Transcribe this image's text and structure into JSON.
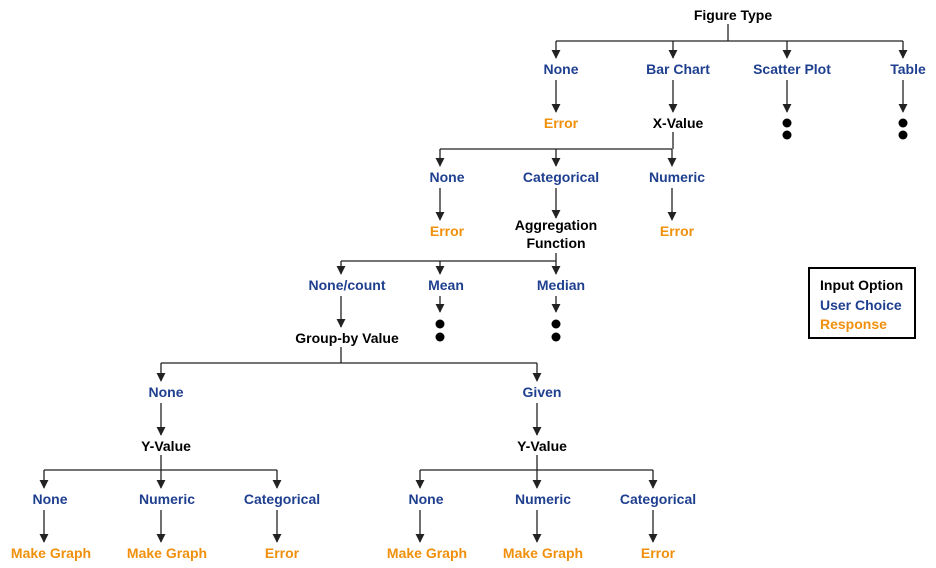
{
  "colors": {
    "input_option": "#000000",
    "user_choice": "#1f3f8f",
    "response": "#f0900c",
    "line": "#222222"
  },
  "legend": {
    "input_option": "Input Option",
    "user_choice": "User Choice",
    "response": "Response"
  },
  "nodes": {
    "figure_type": "Figure Type",
    "ft_none": "None",
    "ft_bar_chart": "Bar Chart",
    "ft_scatter_plot": "Scatter Plot",
    "ft_table": "Table",
    "ft_none_error": "Error",
    "x_value": "X-Value",
    "x_none": "None",
    "x_categorical": "Categorical",
    "x_numeric": "Numeric",
    "x_none_error": "Error",
    "x_numeric_error": "Error",
    "aggregation_function": "Aggregation\nFunction",
    "agg_none_count": "None/count",
    "agg_mean": "Mean",
    "agg_median": "Median",
    "group_by_value": "Group-by Value",
    "gb_none": "None",
    "gb_given": "Given",
    "y_value_1": "Y-Value",
    "y_value_2": "Y-Value",
    "y1_none": "None",
    "y1_numeric": "Numeric",
    "y1_categorical": "Categorical",
    "y1_none_result": "Make Graph",
    "y1_numeric_result": "Make Graph",
    "y1_categorical_result": "Error",
    "y2_none": "None",
    "y2_numeric": "Numeric",
    "y2_categorical": "Categorical",
    "y2_none_result": "Make Graph",
    "y2_numeric_result": "Make Graph",
    "y2_categorical_result": "Error"
  }
}
